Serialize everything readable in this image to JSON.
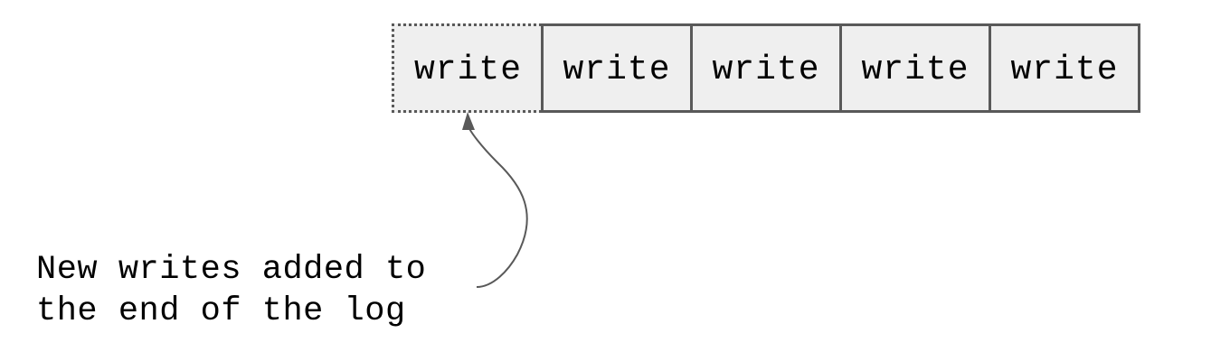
{
  "log": {
    "pending_entry": {
      "label": "write"
    },
    "entries": [
      {
        "label": "write"
      },
      {
        "label": "write"
      },
      {
        "label": "write"
      },
      {
        "label": "write"
      }
    ]
  },
  "annotation": {
    "lines": [
      "New writes added to",
      "the end of the log"
    ]
  },
  "colors": {
    "cell_fill": "#efefef",
    "cell_border": "#595959",
    "connector": "#595959",
    "text": "#000000"
  }
}
